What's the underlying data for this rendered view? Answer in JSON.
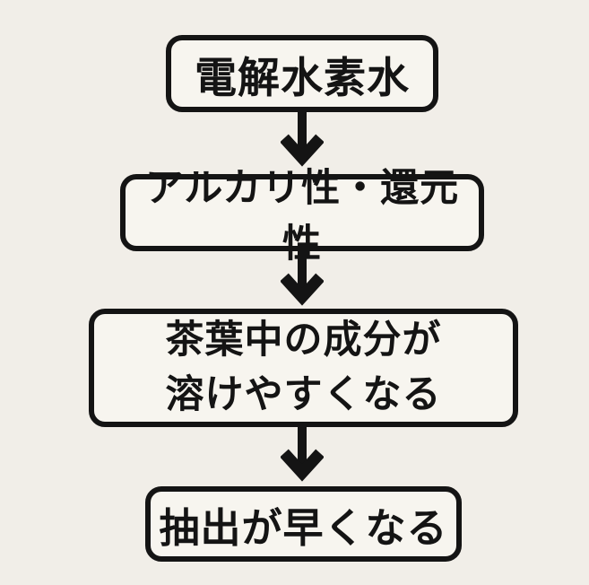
{
  "colors": {
    "background": "#f1eee8",
    "box_fill": "#f7f5ef",
    "line": "#141414",
    "text": "#141414"
  },
  "flowchart": {
    "type": "vertical-flow",
    "nodes": [
      {
        "id": "node-1",
        "label": "電解水素水"
      },
      {
        "id": "node-2",
        "label": "アルカリ性・還元性"
      },
      {
        "id": "node-3",
        "label": "茶葉中の成分が\n溶けやすくなる"
      },
      {
        "id": "node-4",
        "label": "抽出が早くなる"
      }
    ],
    "edges": [
      {
        "from": "node-1",
        "to": "node-2",
        "direction": "down"
      },
      {
        "from": "node-2",
        "to": "node-3",
        "direction": "down"
      },
      {
        "from": "node-3",
        "to": "node-4",
        "direction": "down"
      }
    ]
  }
}
